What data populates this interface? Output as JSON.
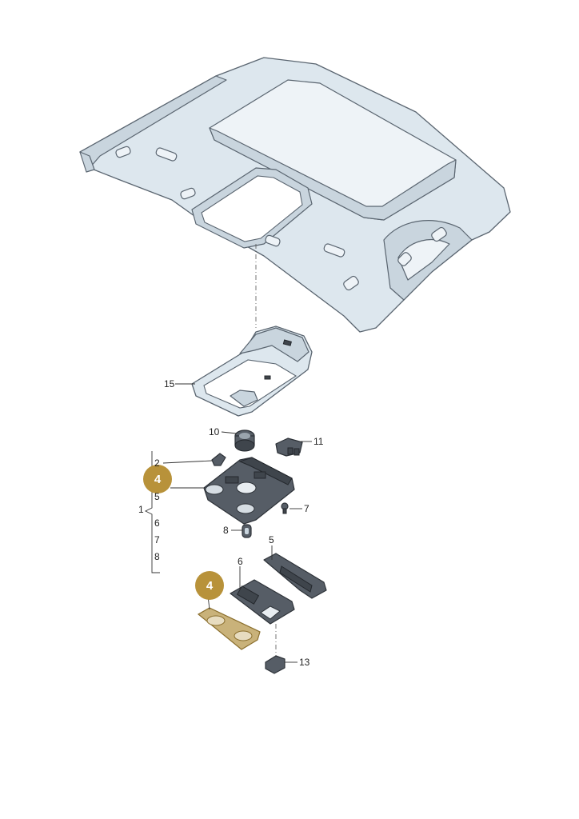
{
  "diagram": {
    "type": "exploded-parts-view",
    "colors": {
      "badge": "#b8923a",
      "highlight_part": "#c9b27a",
      "panel_light": "#dde7ee",
      "panel_dark": "#565d66"
    },
    "badges": [
      {
        "text": "4"
      },
      {
        "text": "4"
      }
    ],
    "callouts": {
      "part15": "15",
      "part10": "10",
      "part11": "11",
      "part7": "7",
      "part8": "8",
      "part5": "5",
      "part6": "6",
      "part13": "13"
    },
    "bracket_group": {
      "parent": "1",
      "items": [
        "2",
        "5",
        "6",
        "7",
        "8"
      ]
    }
  }
}
